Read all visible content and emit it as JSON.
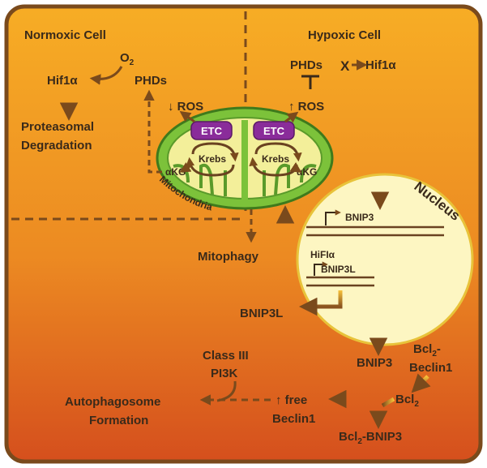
{
  "normoxic": {
    "title": "Normoxic Cell",
    "o2": "O",
    "o2_sub": "2",
    "hif1a": "Hif1α",
    "phds": "PHDs",
    "ros": "↓ ROS",
    "proteasomal": "Proteasomal",
    "degradation": "Degradation",
    "akg": "αKG"
  },
  "hypoxic": {
    "title": "Hypoxic Cell",
    "phds": "PHDs",
    "block": "X",
    "hif1a": "Hif1α",
    "ros": "↑ ROS",
    "akg": "αKG"
  },
  "mito": {
    "etc_left": "ETC",
    "etc_right": "ETC",
    "krebs_left": "Krebs",
    "krebs_right": "Krebs",
    "label": "Mitochondria"
  },
  "nucleus": {
    "label": "Nucleus",
    "gene1": "BNIP3",
    "factor": "HiFIα",
    "gene2": "BNIP3L"
  },
  "pathway": {
    "mitophagy": "Mitophagy",
    "bnip3l": "BNIP3L",
    "bnip3": "BNIP3",
    "bcl2_beclin_a": "Bcl",
    "bcl2_beclin_sub": "2",
    "bcl2_beclin_b": "-",
    "beclin1": "Beclin1",
    "bcl2": "Bcl",
    "bcl2_sub": "2",
    "free": "↑ free",
    "free_beclin": "Beclin1",
    "bcl2_bnip3_a": "Bcl",
    "bcl2_bnip3_sub": "2",
    "bcl2_bnip3_b": "-BNIP3",
    "class3": "Class III",
    "pi3k": "PI3K",
    "autophagosome": "Autophagosome",
    "formation": "Formation"
  },
  "colors": {
    "frame": "#7a4a1c",
    "bg_top": "#f6a623",
    "bg_bottom": "#d9541e",
    "text": "#3a2a1a",
    "mito_outer": "#7dc23a",
    "mito_inner": "#f3ef9c",
    "etc": "#8a2c9a",
    "nucleus": "#fdf7c4",
    "arrow": "#7a4d22"
  }
}
